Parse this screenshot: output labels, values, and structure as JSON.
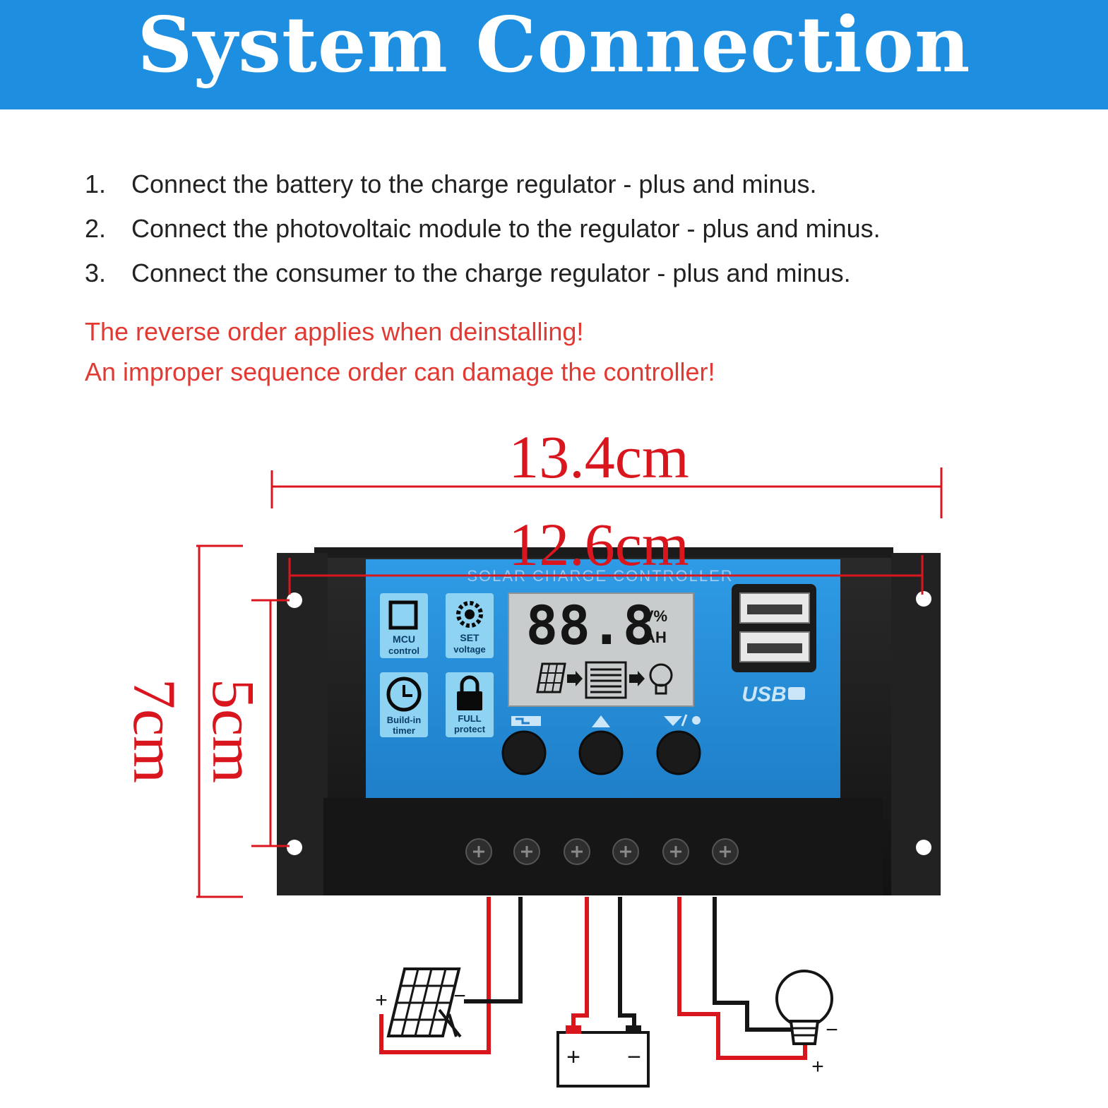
{
  "header": {
    "title": "System Connection"
  },
  "steps": [
    {
      "num": "1.",
      "text": "Connect the battery to the charge regulator - plus and minus."
    },
    {
      "num": "2.",
      "text": "Connect the photovoltaic module to the regulator - plus and minus."
    },
    {
      "num": "3.",
      "text": "Connect the consumer to the charge regulator - plus and minus."
    }
  ],
  "warnings": [
    "The reverse order applies when deinstalling!",
    "An improper sequence order can damage the controller!"
  ],
  "dimensions": {
    "outer_width": "13.4cm",
    "inner_width": "12.6cm",
    "outer_height": "7cm",
    "inner_height": "5cm"
  },
  "controller": {
    "brand_text": "SOLAR CHARGE CONTROLLER",
    "features": [
      {
        "label_line1": "MCU",
        "label_line2": "control",
        "icon": "chip-icon"
      },
      {
        "label_line1": "SET",
        "label_line2": "voltage",
        "icon": "gear-icon"
      },
      {
        "label_line1": "Build-in",
        "label_line2": "timer",
        "icon": "clock-icon"
      },
      {
        "label_line1": "FULL",
        "label_line2": "protect",
        "icon": "lock-icon"
      }
    ],
    "lcd": {
      "digits": "88.8",
      "unit_top": "V%",
      "unit_bottom": "AH"
    },
    "usb_label": "USB"
  },
  "terminals": {
    "plus": "+",
    "minus": "−"
  },
  "colors": {
    "banner": "#1e8fe0",
    "warning": "#e23a32",
    "dimension": "#d9161e",
    "panel": "#2a8fd8"
  }
}
